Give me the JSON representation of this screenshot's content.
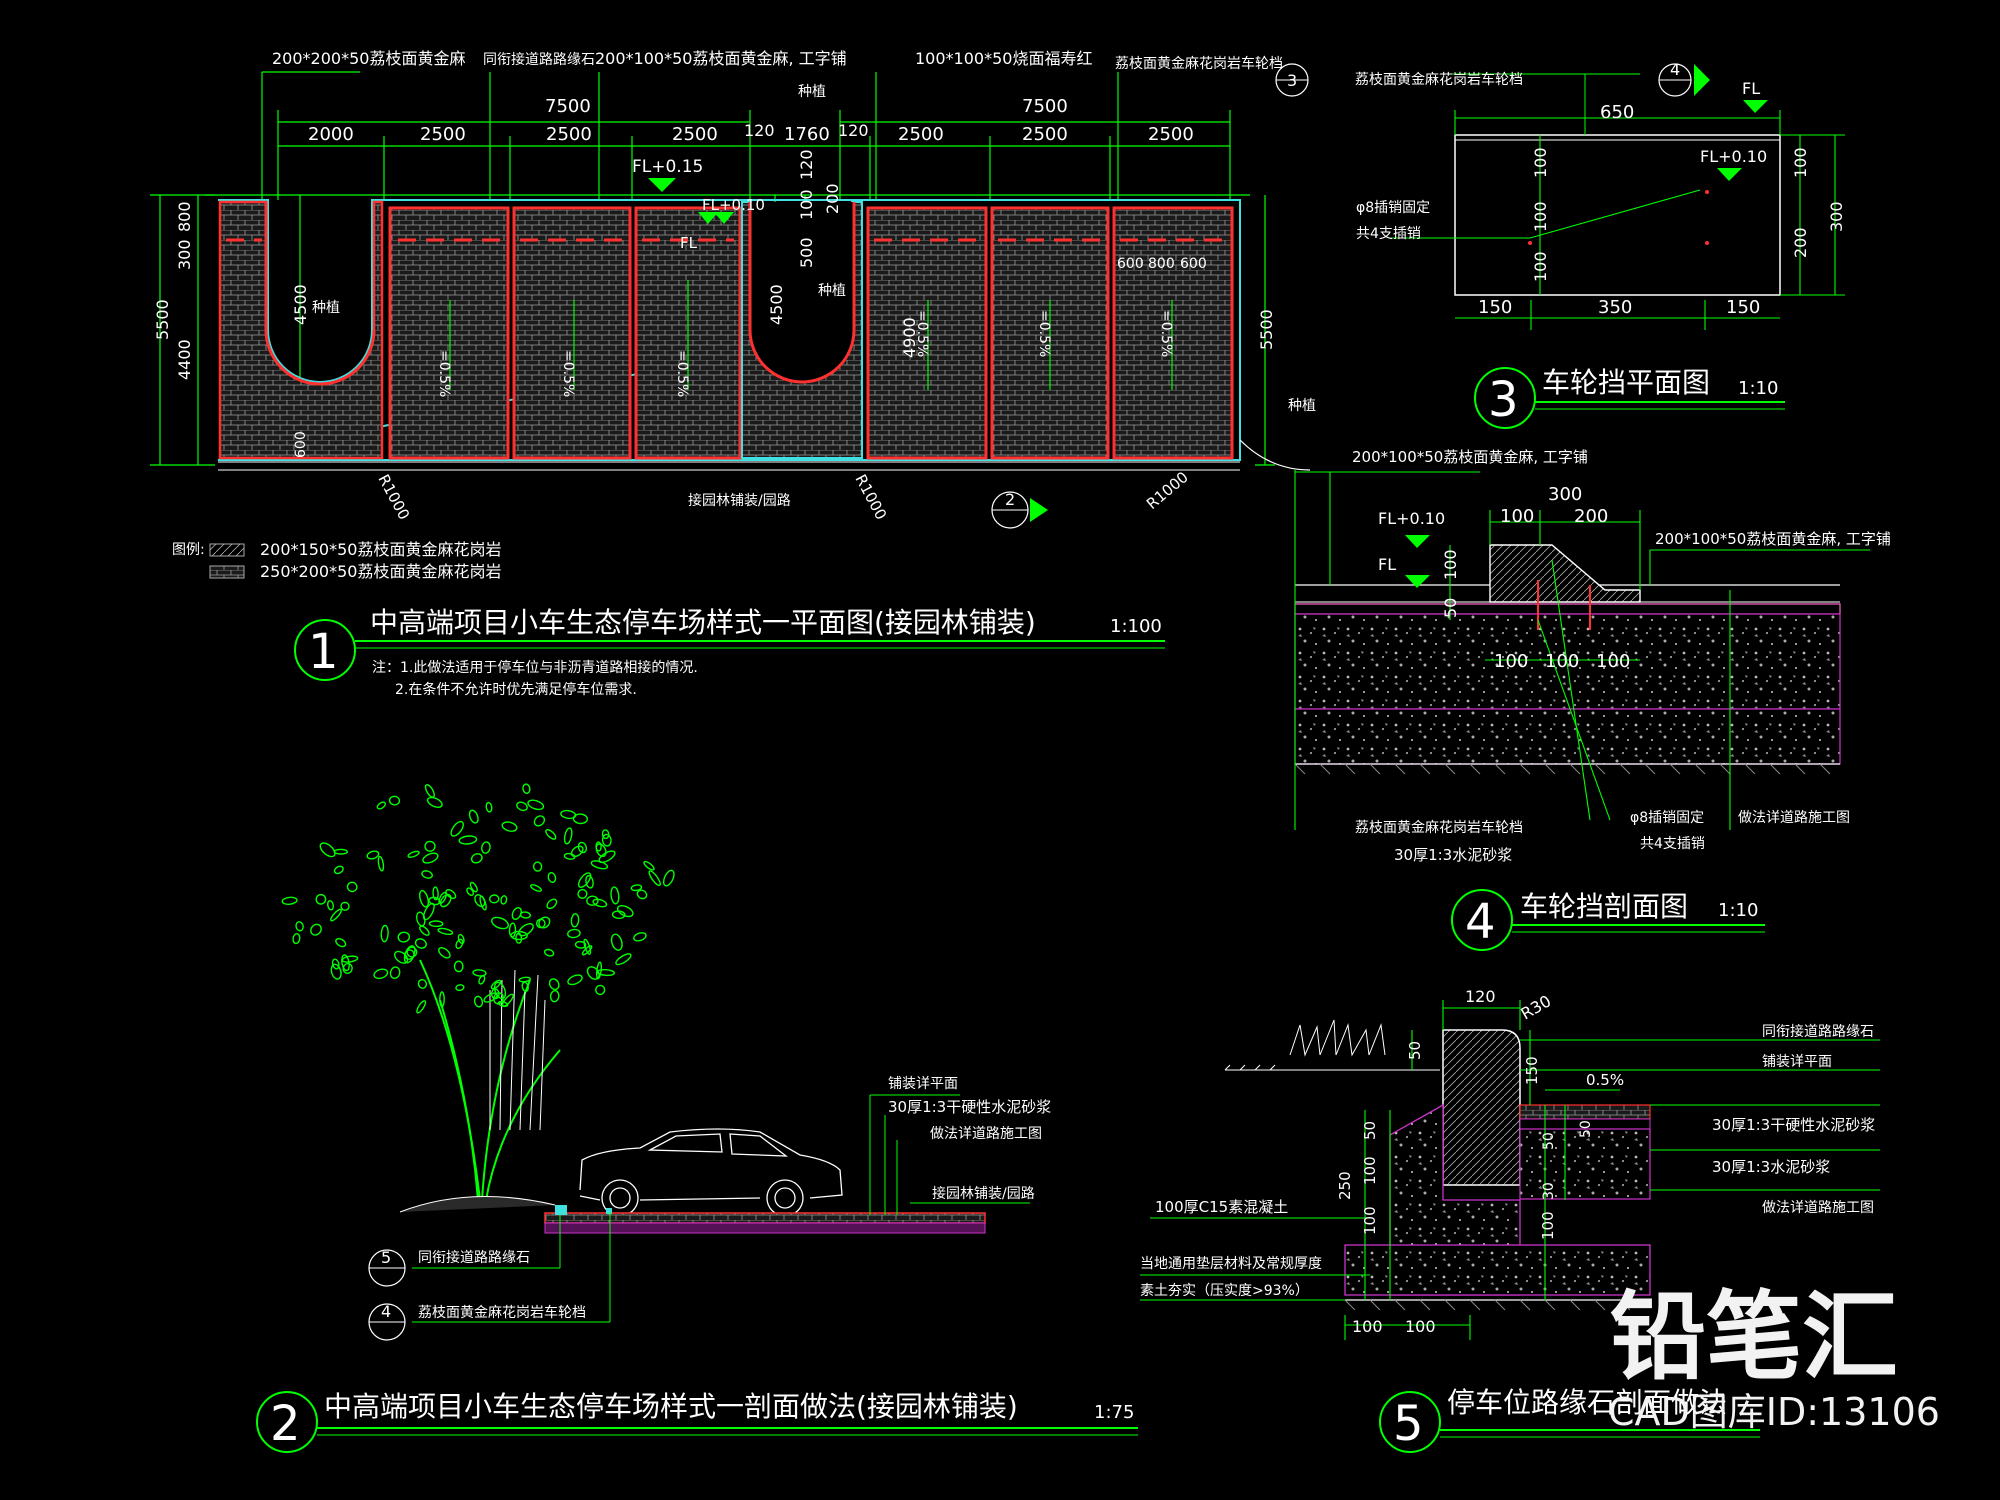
{
  "drawing1": {
    "top_dims_row1": [
      "200*200*50荔枝面黄金麻",
      "同衔接道路路缘石",
      "200*100*50荔枝面黄金麻, 工字铺",
      "100*100*50烧面福寿红",
      "荔枝面黄金麻花岗岩车轮档"
    ],
    "overall_dims": [
      "7500",
      "7500"
    ],
    "dims_row": [
      "2000",
      "2500",
      "2500",
      "2500",
      "120",
      "1760",
      "120",
      "2500",
      "2500",
      "2500"
    ],
    "fl_labels": [
      "FL+0.15",
      "FL+0.10",
      "FL"
    ],
    "left_dims": [
      "5500",
      "300",
      "800",
      "4400",
      "600",
      "4500"
    ],
    "right_dims": [
      "5500",
      "600",
      "800",
      "600",
      "4500",
      "4900",
      "500",
      "100",
      "200",
      "120"
    ],
    "plant_labels": [
      "种植",
      "种植",
      "种植",
      "种植"
    ],
    "slope_labels": [
      "=0.5%",
      "=0.5%",
      "=0.5%",
      "=0.5%",
      "=0.5%",
      "=0.5%"
    ],
    "radius_labels": [
      "R1000",
      "R1000",
      "R1000"
    ],
    "bottom_label": "接园林铺装/园路",
    "legend_title": "图例:",
    "legend_items": [
      "200*150*50荔枝面黄金麻花岗岩",
      "250*200*50荔枝面黄金麻花岗岩"
    ],
    "title_number": "1",
    "title": "中高端项目小车生态停车场样式一平面图(接园林铺装)",
    "scale": "1:100",
    "notes": [
      "注：1.此做法适用于停车位与非沥青道路相接的情况.",
      "2.在条件不允许时优先满足停车位需求."
    ],
    "callout_2": "2",
    "callout_3": "3",
    "callout_4": "4"
  },
  "drawing2": {
    "title_number": "2",
    "title": "中高端项目小车生态停车场样式一剖面做法(接园林铺装)",
    "scale": "1:75",
    "labels": [
      "铺装详平面",
      "30厚1:3干硬性水泥砂浆",
      "做法详道路施工图",
      "接园林铺装/园路"
    ],
    "callout_5_label": "同衔接道路路缘石",
    "callout_4_label": "荔枝面黄金麻花岗岩车轮档",
    "callout_5": "5",
    "callout_4": "4"
  },
  "drawing3": {
    "title_number": "3",
    "title": "车轮挡平面图",
    "scale": "1:10",
    "top_label": "荔枝面黄金麻花岗岩车轮档",
    "dims_top": "650",
    "dims_bottom": [
      "150",
      "350",
      "150"
    ],
    "dims_left": [
      "100",
      "100",
      "100"
    ],
    "dims_right": [
      "100",
      "200",
      "300"
    ],
    "fl_labels": [
      "FL",
      "FL+0.10"
    ],
    "pin_labels": [
      "φ8插销固定",
      "共4支插销"
    ]
  },
  "drawing4": {
    "title_number": "4",
    "title": "车轮挡剖面图",
    "scale": "1:10",
    "top_label": "200*100*50荔枝面黄金麻, 工字铺",
    "right_label": "200*100*50荔枝面黄金麻, 工字铺",
    "dims_top": [
      "300",
      "100",
      "200"
    ],
    "dims_left": [
      "100",
      "50"
    ],
    "dims_mid": [
      "100",
      "100",
      "100"
    ],
    "fl_labels": [
      "FL+0.10",
      "FL"
    ],
    "bottom_labels": [
      "荔枝面黄金麻花岗岩车轮档",
      "30厚1:3水泥砂浆",
      "φ8插销固定",
      "共4支插销",
      "做法详道路施工图"
    ]
  },
  "drawing5": {
    "title_number": "5",
    "title": "停车位路缘石剖面做法",
    "dims": [
      "120",
      "R30",
      "50",
      "150",
      "0.5%",
      "50",
      "30",
      "50",
      "250",
      "100",
      "50",
      "100",
      "100",
      "100",
      "100"
    ],
    "right_labels": [
      "同衔接道路路缘石",
      "铺装详平面",
      "30厚1:3干硬性水泥砂浆",
      "30厚1:3水泥砂浆",
      "做法详道路施工图"
    ],
    "left_labels": [
      "100厚C15素混凝土",
      "当地通用垫层材料及常规厚度",
      "素土夯实（压实度>93%）"
    ]
  },
  "watermark": {
    "brand": "铅笔汇",
    "id": "CAD图库ID:13106"
  },
  "colors": {
    "background": "#000000",
    "text": "#ffffff",
    "dimension": "#00ff00",
    "paving_red": "#ff3030",
    "hatch": "#888888",
    "cyan": "#40e0e0",
    "magenta": "#cc33cc",
    "title_line": "#00ff00"
  }
}
